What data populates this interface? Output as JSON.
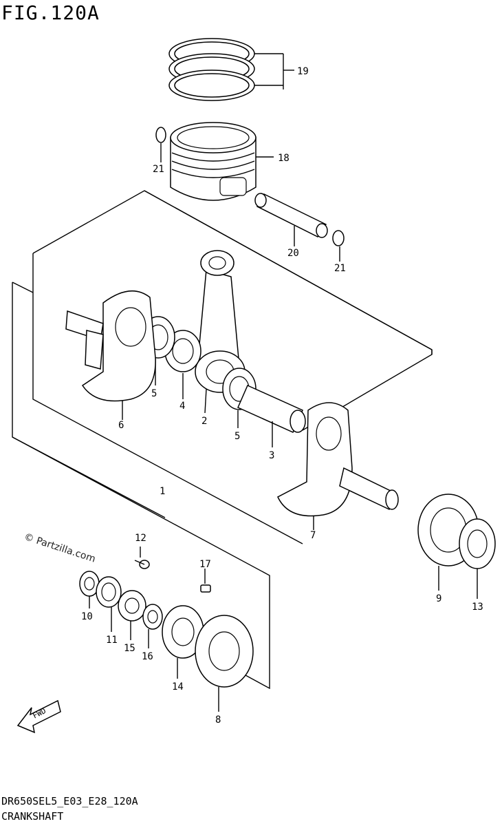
{
  "figure": {
    "title": "FIG.120A",
    "code": "DR650SEL5_E03_E28_120A",
    "name": "CRANKSHAFT",
    "watermark": "© Partzilla.com",
    "fwd_label": "FWD"
  },
  "callouts": [
    {
      "id": "1",
      "label": "1"
    },
    {
      "id": "2",
      "label": "2"
    },
    {
      "id": "3",
      "label": "3"
    },
    {
      "id": "4",
      "label": "4"
    },
    {
      "id": "5a",
      "label": "5"
    },
    {
      "id": "5b",
      "label": "5"
    },
    {
      "id": "6",
      "label": "6"
    },
    {
      "id": "7",
      "label": "7"
    },
    {
      "id": "8",
      "label": "8"
    },
    {
      "id": "9",
      "label": "9"
    },
    {
      "id": "10",
      "label": "10"
    },
    {
      "id": "11",
      "label": "11"
    },
    {
      "id": "12",
      "label": "12"
    },
    {
      "id": "13",
      "label": "13"
    },
    {
      "id": "14",
      "label": "14"
    },
    {
      "id": "15",
      "label": "15"
    },
    {
      "id": "16",
      "label": "16"
    },
    {
      "id": "17",
      "label": "17"
    },
    {
      "id": "18",
      "label": "18"
    },
    {
      "id": "19",
      "label": "19"
    },
    {
      "id": "20",
      "label": "20"
    },
    {
      "id": "21a",
      "label": "21"
    },
    {
      "id": "21b",
      "label": "21"
    }
  ]
}
